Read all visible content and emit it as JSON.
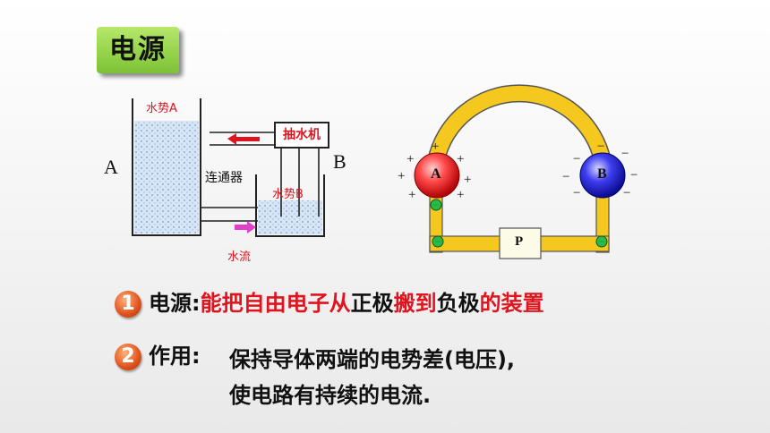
{
  "title": "电源",
  "water_diagram": {
    "label_a": "A",
    "label_b": "B",
    "head_a": "水势A",
    "head_b": "水势B",
    "pump": "抽水机",
    "connector": "连通器",
    "flow": "水流"
  },
  "circuit": {
    "terminal_a": "A",
    "terminal_b": "B",
    "device_p": "P",
    "plus": "+",
    "minus": "−"
  },
  "points": [
    {
      "number": "1",
      "term": "电源",
      "colon": ":",
      "parts": [
        "能把自由电子从",
        "正极",
        "搬到",
        "负极",
        "的装置"
      ]
    },
    {
      "number": "2",
      "term": "作用",
      "colon": ":",
      "line1": "保持导体两端的电势差(电压),",
      "line2": "使电路有持续的电流."
    }
  ],
  "colors": {
    "accent_red": "#e0141e",
    "title_green": "#8fd03e",
    "wire_yellow": "#f4c81e"
  }
}
